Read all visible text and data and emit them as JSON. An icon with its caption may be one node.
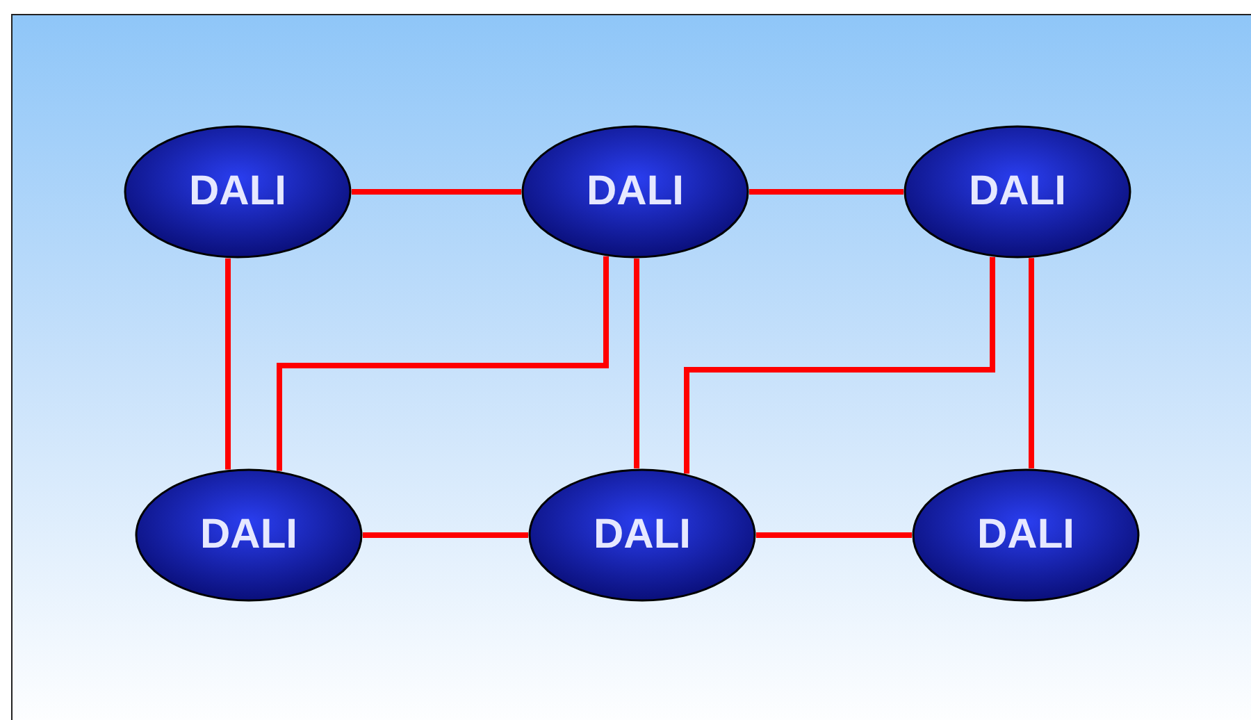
{
  "diagram": {
    "nodes": [
      {
        "text": [
          "DALI"
        ]
      },
      {
        "text": [
          "DALI"
        ]
      },
      {
        "text": [
          "DALI"
        ]
      },
      {
        "text": [
          "DALI"
        ]
      },
      {
        "text": [
          "DALI"
        ]
      },
      {
        "text": [
          "DALI"
        ]
      }
    ],
    "edges": [
      {
        "from": 0,
        "to": 1,
        "arrow": "none"
      },
      {
        "from": 1,
        "to": 2,
        "arrow": "none"
      },
      {
        "from": 0,
        "to": 3,
        "arrow": "none"
      },
      {
        "from": 1,
        "to": 3,
        "arrow": "none"
      },
      {
        "from": 1,
        "to": 4,
        "arrow": "none"
      },
      {
        "from": 2,
        "to": 4,
        "arrow": "none"
      },
      {
        "from": 2,
        "to": 5,
        "arrow": "none"
      },
      {
        "from": 3,
        "to": 4,
        "arrow": "none"
      },
      {
        "from": 4,
        "to": 5,
        "arrow": "none"
      }
    ]
  }
}
